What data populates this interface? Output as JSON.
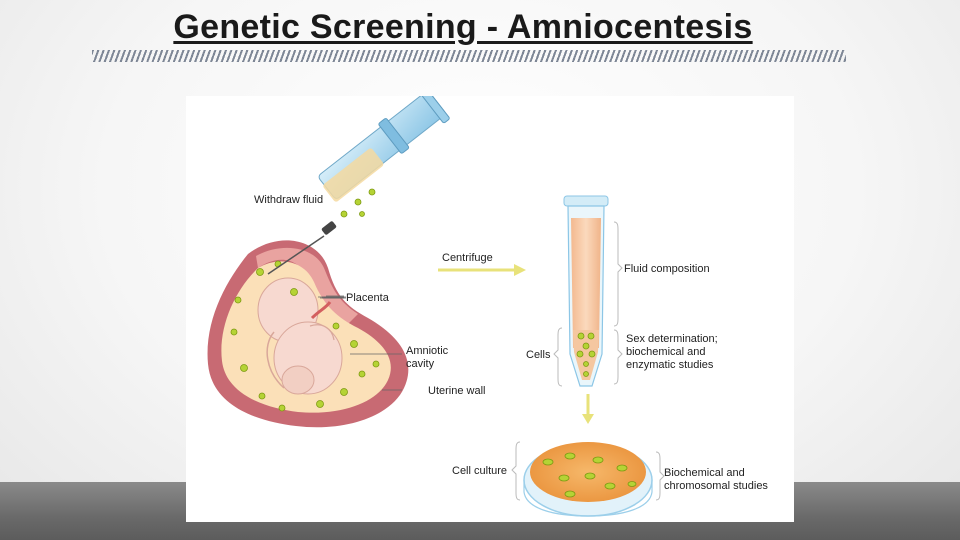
{
  "slide": {
    "title": "Genetic Screening - Amniocentesis"
  },
  "diagram": {
    "labels": {
      "withdraw_fluid": "Withdraw fluid",
      "centrifuge": "Centrifuge",
      "placenta": "Placenta",
      "amniotic_cavity_1": "Amniotic",
      "amniotic_cavity_2": "cavity",
      "uterine_wall": "Uterine wall",
      "fluid_composition": "Fluid composition",
      "cells": "Cells",
      "sex_det_1": "Sex determination;",
      "sex_det_2": "biochemical and",
      "sex_det_3": "enzymatic studies",
      "cell_culture": "Cell culture",
      "biochem_1": "Biochemical and",
      "biochem_2": "chromosomal studies"
    },
    "colors": {
      "uterus": "#c86a73",
      "uterus_inner": "#e9a3a0",
      "amniotic_fluid": "#fbe0b8",
      "fetus": "#f7d9d0",
      "syringe": "#a9d6ee",
      "cell": "#b5d335",
      "arrow": "#e8e27a",
      "tube_fluid": "#f7c9a2",
      "dish_medium": "#f1a24c"
    }
  }
}
